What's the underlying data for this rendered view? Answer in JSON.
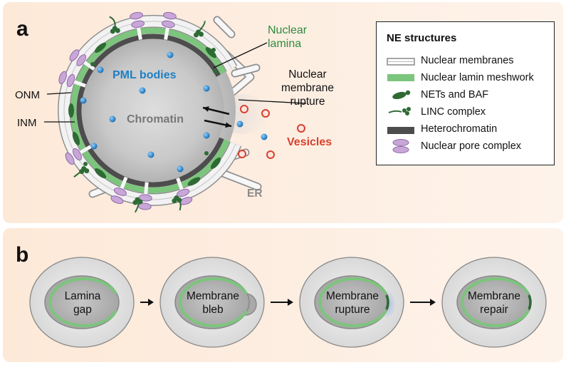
{
  "panel_a": {
    "letter": "a",
    "labels": {
      "nuclear_lamina_line1": "Nuclear",
      "nuclear_lamina_line2": "lamina",
      "pml_bodies": "PML bodies",
      "chromatin": "Chromatin",
      "rupture_line1": "Nuclear",
      "rupture_line2": "membrane",
      "rupture_line3": "rupture",
      "vesicles": "Vesicles",
      "onm": "ONM",
      "inm": "INM",
      "er": "ER"
    },
    "legend": {
      "title": "NE structures",
      "items": [
        {
          "label": "Nuclear membranes",
          "icon": "membrane-swatch"
        },
        {
          "label": "Nuclear lamin meshwork",
          "icon": "lamin-swatch"
        },
        {
          "label": "NETs and BAF",
          "icon": "nets-baf-icon"
        },
        {
          "label": "LINC complex",
          "icon": "linc-complex-icon"
        },
        {
          "label": "Heterochromatin",
          "icon": "heterochromatin-swatch"
        },
        {
          "label": "Nuclear pore complex",
          "icon": "nuclear-pore-icon"
        }
      ]
    },
    "colors": {
      "lamina": "#7cc57c",
      "lamina_label": "#2e8b3e",
      "pml": "#1f7fc4",
      "vesicles": "#d9412f",
      "pore": "#c9a6d8",
      "heterochromatin": "#4d4d4d",
      "er_label": "#8a8a8a"
    }
  },
  "panel_b": {
    "letter": "b",
    "steps": [
      {
        "line1": "Lamina",
        "line2": "gap"
      },
      {
        "line1": "Membrane",
        "line2": "bleb"
      },
      {
        "line1": "Membrane",
        "line2": "rupture"
      },
      {
        "line1": "Membrane",
        "line2": "repair"
      }
    ]
  }
}
